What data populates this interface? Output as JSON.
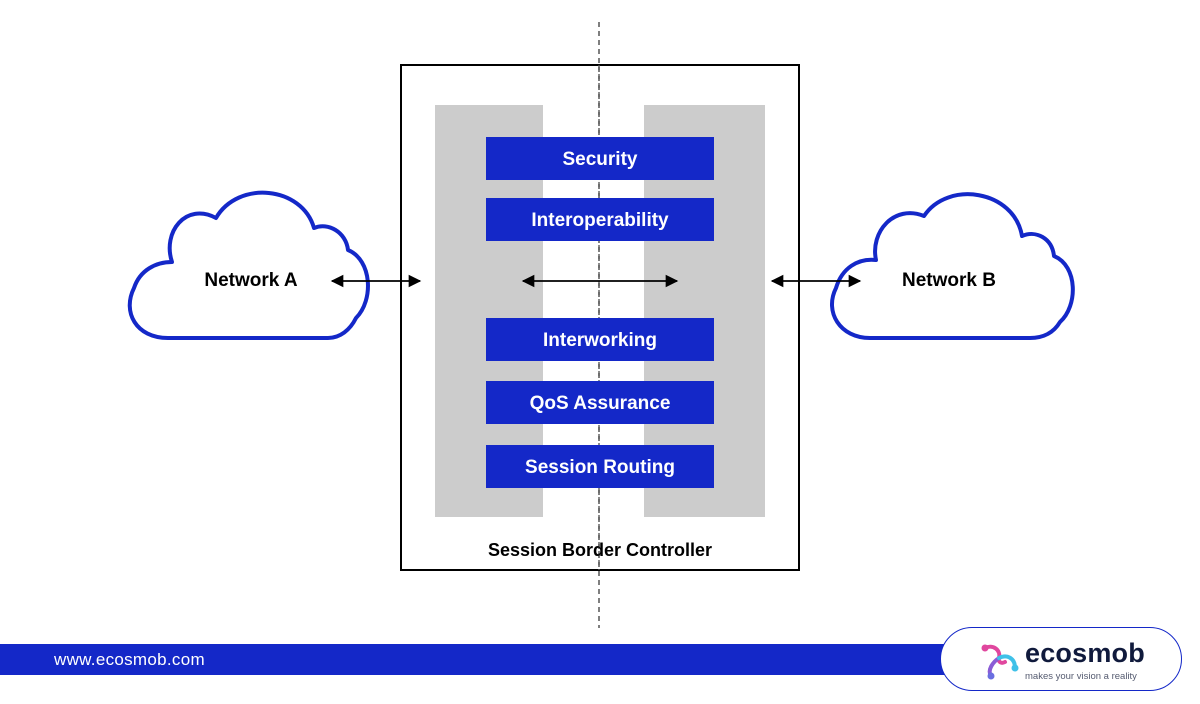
{
  "diagram": {
    "network_a": "Network A",
    "network_b": "Network B",
    "controller_label": "Session Border Controller",
    "functions": [
      "Security",
      "Interoperability",
      "Interworking",
      "QoS Assurance",
      "Session Routing"
    ]
  },
  "footer": {
    "url": "www.ecosmob.com"
  },
  "logo": {
    "wordmark": "ecosmob",
    "tagline": "makes your vision a reality"
  },
  "colors": {
    "accent_blue": "#1428c8",
    "column_gray": "#cccccc",
    "cloud_stroke": "#1428c8"
  }
}
